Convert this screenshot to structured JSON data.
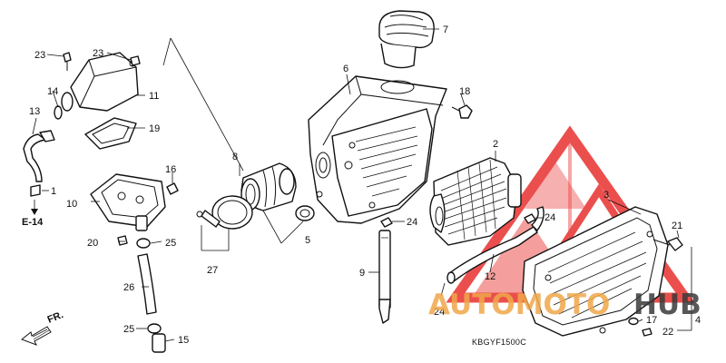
{
  "callouts": [
    {
      "id": "c1",
      "text": "1"
    },
    {
      "id": "c2",
      "text": "2"
    },
    {
      "id": "c3",
      "text": "3"
    },
    {
      "id": "c4",
      "text": "4"
    },
    {
      "id": "c5",
      "text": "5"
    },
    {
      "id": "c6",
      "text": "6"
    },
    {
      "id": "c7",
      "text": "7"
    },
    {
      "id": "c8",
      "text": "8"
    },
    {
      "id": "c9",
      "text": "9"
    },
    {
      "id": "c10",
      "text": "10"
    },
    {
      "id": "c11",
      "text": "11"
    },
    {
      "id": "c12",
      "text": "12"
    },
    {
      "id": "c13",
      "text": "13"
    },
    {
      "id": "c14",
      "text": "14"
    },
    {
      "id": "c15",
      "text": "15"
    },
    {
      "id": "c16",
      "text": "16"
    },
    {
      "id": "c17",
      "text": "17"
    },
    {
      "id": "c18",
      "text": "18"
    },
    {
      "id": "c19",
      "text": "19"
    },
    {
      "id": "c20",
      "text": "20"
    },
    {
      "id": "c21",
      "text": "21"
    },
    {
      "id": "c22",
      "text": "22"
    },
    {
      "id": "c23a",
      "text": "23"
    },
    {
      "id": "c23b",
      "text": "23"
    },
    {
      "id": "c24a",
      "text": "24"
    },
    {
      "id": "c24b",
      "text": "24"
    },
    {
      "id": "c24c",
      "text": "24"
    },
    {
      "id": "c25a",
      "text": "25"
    },
    {
      "id": "c25b",
      "text": "25"
    },
    {
      "id": "c26",
      "text": "26"
    },
    {
      "id": "c27",
      "text": "27"
    }
  ],
  "reference": "E-14",
  "front_label": "FR.",
  "diagram_code": "KBGYF1500C",
  "watermark": {
    "part1": "AUTOMOTO",
    "part2": "HUB",
    "color_primary": "#e8312e",
    "color_secondary": "#f0a84a",
    "color_text": "#3a3a3a"
  }
}
